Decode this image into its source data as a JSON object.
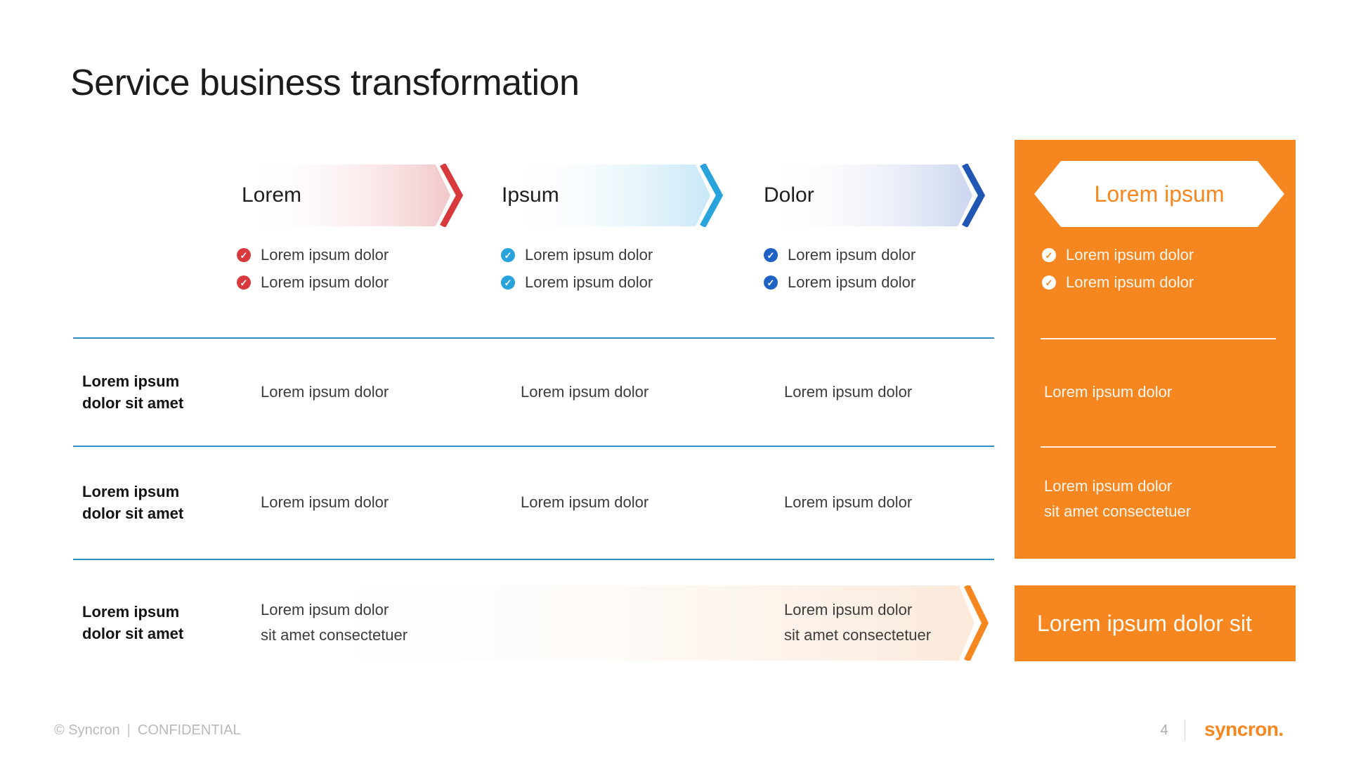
{
  "slide": {
    "title": "Service business transformation",
    "stages": [
      {
        "label": "Lorem",
        "accent": "#D8393C",
        "fill_end": "#F1C7C9",
        "check_color": "#D8393C",
        "checks": [
          "Lorem ipsum dolor",
          "Lorem ipsum dolor"
        ]
      },
      {
        "label": "Ipsum",
        "accent": "#29A3DC",
        "fill_end": "#C8E7F6",
        "check_color": "#29A3DC",
        "checks": [
          "Lorem ipsum dolor",
          "Lorem ipsum dolor"
        ]
      },
      {
        "label": "Dolor",
        "accent": "#2156B4",
        "fill_end": "#CBD5EE",
        "check_color": "#1E63C4",
        "checks": [
          "Lorem ipsum dolor",
          "Lorem ipsum dolor"
        ]
      }
    ],
    "matrix": {
      "rows": [
        {
          "label": [
            "Lorem ipsum",
            "dolor sit amet"
          ],
          "cells": [
            "Lorem ipsum dolor",
            "Lorem ipsum dolor",
            "Lorem ipsum dolor"
          ]
        },
        {
          "label": [
            "Lorem ipsum",
            "dolor sit amet"
          ],
          "cells": [
            "Lorem ipsum dolor",
            "Lorem ipsum dolor",
            "Lorem ipsum dolor"
          ]
        }
      ],
      "arrow_row": {
        "label": [
          "Lorem ipsum",
          "dolor sit amet"
        ],
        "left_text": [
          "Lorem ipsum dolor",
          "sit amet consectetuer"
        ],
        "right_text": [
          "Lorem ipsum dolor",
          "sit amet consectetuer"
        ],
        "accent": "#F6861F",
        "fill_end": "#FBE9DA"
      }
    },
    "panel": {
      "title": "Lorem ipsum",
      "checks": [
        "Lorem ipsum dolor",
        "Lorem ipsum dolor"
      ],
      "section1": "Lorem ipsum dolor",
      "section2": [
        "Lorem ipsum dolor",
        "sit amet consectetuer"
      ],
      "cta": "Lorem ipsum dolor sit"
    },
    "footer": {
      "copyright": "© Syncron",
      "separator": "|",
      "confidential": "CONFIDENTIAL",
      "page_number": "4",
      "logo_text": "syncron."
    },
    "colors": {
      "orange": "#F6861F",
      "red": "#D8393C",
      "cyan": "#29A3DC",
      "blue": "#2156B4",
      "table_line": "#2E8FC6",
      "text_dark": "#1c1c1c",
      "text_body": "#3c3c3c",
      "footer_gray": "#b9b9b9"
    }
  }
}
